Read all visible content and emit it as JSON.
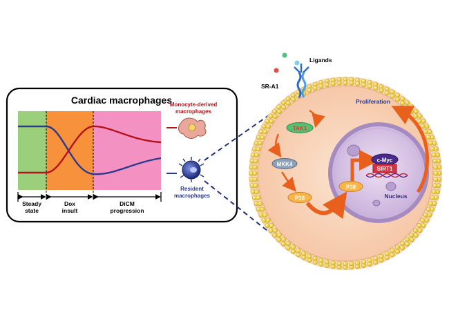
{
  "panel": {
    "title": "Cardiac macrophages",
    "phases": [
      {
        "label_line1": "Steady",
        "label_line2": "state",
        "color": "#9ccf7c"
      },
      {
        "label_line1": "Dox",
        "label_line2": "insult",
        "color": "#f7913b"
      },
      {
        "label_line1": "DiCM",
        "label_line2": "progression",
        "color": "#f391c2"
      }
    ]
  },
  "legend": {
    "monocyte_line1": "Monocyte-derived",
    "monocyte_line2": "macrophages",
    "resident_line1": "Resident",
    "resident_line2": "macrophages",
    "monocyte_color": "#b3121c",
    "resident_color": "#2c3a8c"
  },
  "cell": {
    "receptor": "SR-A1",
    "ligands": "Ligands",
    "nodes": {
      "tak1": "TAK1",
      "mkk4": "MKK4",
      "p38_cyto": "P38",
      "p38_nuc": "P38",
      "cmyc": "c-Myc",
      "sirt1": "SIRT1"
    },
    "nucleus": "Nucleus",
    "proliferation": "Proliferation"
  }
}
